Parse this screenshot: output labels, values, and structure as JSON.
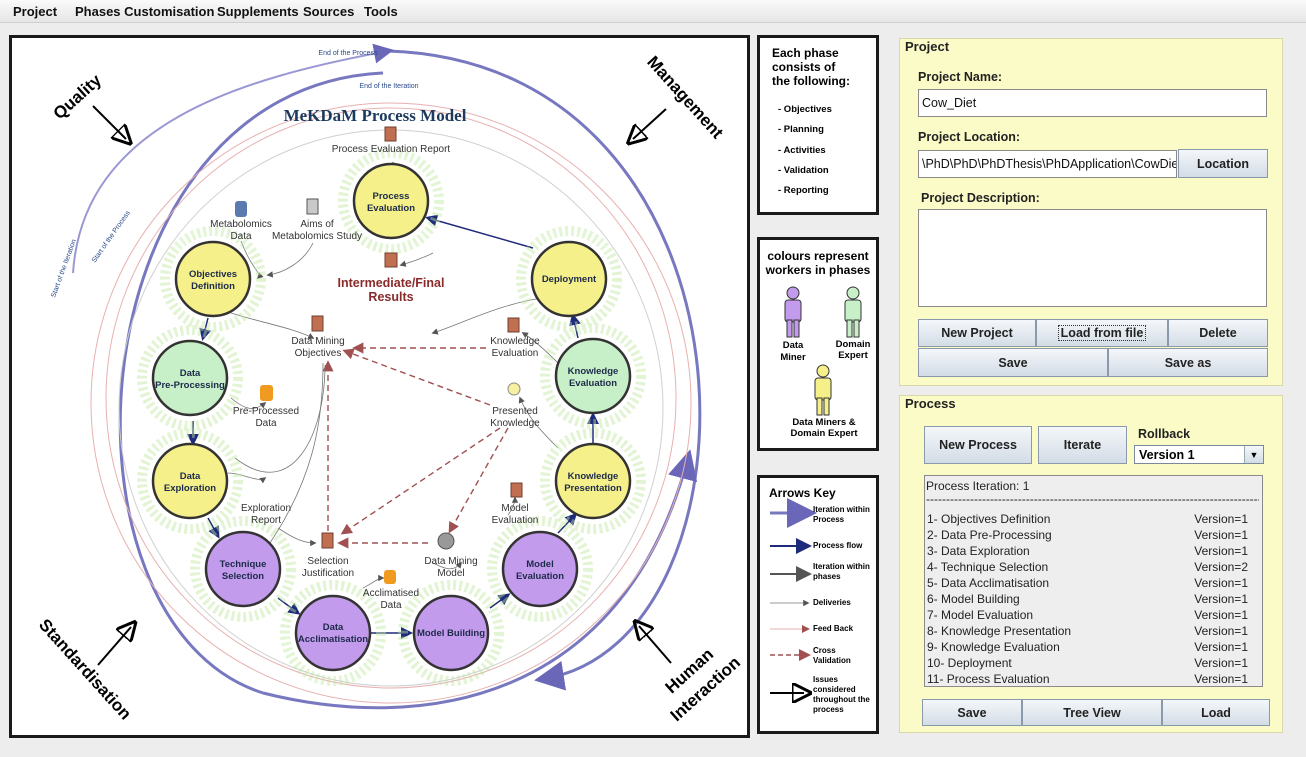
{
  "menu": [
    "Project",
    "Phases Customisation",
    "Supplements",
    "Sources",
    "Tools"
  ],
  "diagram": {
    "title": "MeKDaM Process Model",
    "corners": {
      "quality": "Quality",
      "management": "Management",
      "standardisation": "Standardisation",
      "human1": "Human",
      "human2": "Interaction"
    },
    "ring_labels": {
      "end_process": "End of the Process",
      "end_iteration": "End of the Iteration",
      "start_iteration": "Start of the Iteration",
      "start_process": "Start of the Process"
    },
    "phases": {
      "process_evaluation": [
        "Process",
        "Evaluation"
      ],
      "objectives_definition": [
        "Objectives",
        "Definition"
      ],
      "deployment": [
        "Deployment"
      ],
      "data_preprocessing": [
        "Data",
        "Pre-Processing"
      ],
      "knowledge_evaluation": [
        "Knowledge",
        "Evaluation"
      ],
      "data_exploration": [
        "Data",
        "Exploration"
      ],
      "knowledge_presentation": [
        "Knowledge",
        "Presentation"
      ],
      "technique_selection": [
        "Technique",
        "Selection"
      ],
      "model_evaluation": [
        "Model",
        "Evaluation"
      ],
      "data_acclimatisation": [
        "Data",
        "Acclimatisation"
      ],
      "model_building": [
        "Model Building"
      ]
    },
    "artifacts": {
      "process_eval_report": "Process Evaluation Report",
      "metabolomics_data": [
        "Metabolomics",
        "Data"
      ],
      "aims": [
        "Aims of",
        "Metabolomics Study"
      ],
      "results": [
        "Intermediate/Final",
        "Results"
      ],
      "dm_objectives": [
        "Data Mining",
        "Objectives"
      ],
      "knowledge_eval": [
        "Knowledge",
        "Evaluation"
      ],
      "presented_knowledge": [
        "Presented",
        "Knowledge"
      ],
      "preprocessed_data": [
        "Pre-Processed",
        "Data"
      ],
      "exploration_report": [
        "Exploration",
        "Report"
      ],
      "model_eval": [
        "Model",
        "Evaluation"
      ],
      "selection_justification": [
        "Selection",
        "Justification"
      ],
      "dm_model": [
        "Data Mining",
        "Model"
      ],
      "acclimatised_data": [
        "Acclimatised",
        "Data"
      ]
    }
  },
  "phase_box": {
    "title": [
      "Each phase",
      "consists of",
      "the following:"
    ],
    "items": [
      "- Objectives",
      "- Planning",
      "- Activities",
      "- Validation",
      "- Reporting"
    ]
  },
  "colour_box": {
    "title": [
      "colours represent",
      "workers in phases"
    ],
    "data_miner": [
      "Data",
      "Miner"
    ],
    "domain_expert": [
      "Domain",
      "Expert"
    ],
    "both": [
      "Data Miners &",
      "Domain Expert"
    ],
    "colors": {
      "miner": "#c39bec",
      "expert": "#c8f0c8",
      "both": "#f6f08a"
    }
  },
  "arrows_box": {
    "title": "Arrows Key",
    "items": [
      [
        "Iteration within",
        "Process"
      ],
      [
        "Process flow"
      ],
      [
        "Iteration within",
        "phases"
      ],
      [
        "Deliveries"
      ],
      [
        "Feed Back"
      ],
      [
        "Cross",
        "Validation"
      ],
      [
        "Issues",
        "considered",
        "throughout the",
        "process"
      ]
    ]
  },
  "project_panel": {
    "title": "Project",
    "name_label": "Project Name:",
    "name_value": "Cow_Diet",
    "location_label": "Project Location:",
    "location_value": "\\PhD\\PhD\\PhDThesis\\PhDApplication\\CowDiet",
    "location_button": "Location",
    "description_label": "Project Description:",
    "description_value": "",
    "buttons": {
      "new": "New Project",
      "load": "Load from file",
      "delete": "Delete",
      "save": "Save",
      "save_as": "Save as"
    }
  },
  "process_panel": {
    "title": "Process",
    "new_button": "New Process",
    "iterate_button": "Iterate",
    "rollback_label": "Rollback",
    "rollback_value": "Version 1",
    "iteration_header": "Process Iteration: 1",
    "separator": "------------------------------------------------------------------------------------",
    "rows": [
      {
        "name": "1- Objectives Definition",
        "version": "Version=1"
      },
      {
        "name": "2- Data Pre-Processing",
        "version": "Version=1"
      },
      {
        "name": "3- Data Exploration",
        "version": "Version=1"
      },
      {
        "name": "4- Technique Selection",
        "version": "Version=2"
      },
      {
        "name": "5- Data Acclimatisation",
        "version": "Version=1"
      },
      {
        "name": "6- Model Building",
        "version": "Version=1"
      },
      {
        "name": "7- Model Evaluation",
        "version": "Version=1"
      },
      {
        "name": "8- Knowledge Presentation",
        "version": "Version=1"
      },
      {
        "name": "9- Knowledge Evaluation",
        "version": "Version=1"
      },
      {
        "name": "10- Deployment",
        "version": "Version=1"
      },
      {
        "name": "11- Process Evaluation",
        "version": "Version=1"
      }
    ],
    "buttons": {
      "save": "Save",
      "tree": "Tree View",
      "load": "Load"
    }
  }
}
